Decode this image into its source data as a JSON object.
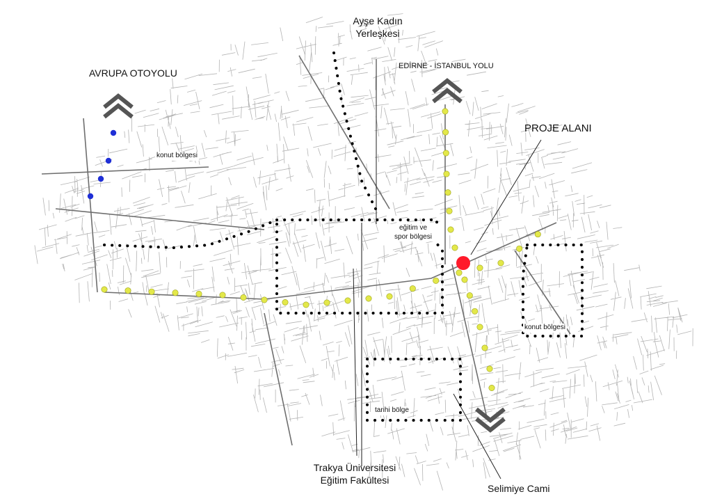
{
  "labels": {
    "avrupa_otoyolu": "AVRUPA OTOYOLU",
    "ayse_kadin_line1": "Ayşe Kadın",
    "ayse_kadin_line2": "Yerleşkesi",
    "edirne_istanbul": "EDİRNE - İSTANBUL YOLU",
    "proje_alani": "PROJE ALANI",
    "konut_bolgesi_west": "konut bölgesi",
    "egitim_line1": "eğitim ve",
    "egitim_line2": "spor bölgesi",
    "konut_bolgesi_east": "konut bölgesi",
    "tarihi_bolge": "tarihi bölge",
    "trakya_line1": "Trakya Üniversitesi",
    "trakya_line2": "Eğitim Fakültesi",
    "selimiye": "Selimiye Cami"
  },
  "colors": {
    "street_lines": "#9a9a9a",
    "yellow_route": "#e3e84a",
    "blue_route": "#1f2fd6",
    "black_dots": "#000000",
    "project_marker": "#ff1a2a",
    "chevron": "#555555"
  },
  "icons": {
    "north_arrow_west": "double-chevron-up-icon",
    "north_arrow_east": "double-chevron-up-icon",
    "south_arrow": "double-chevron-down-icon",
    "project_marker": "red-circle-icon"
  }
}
